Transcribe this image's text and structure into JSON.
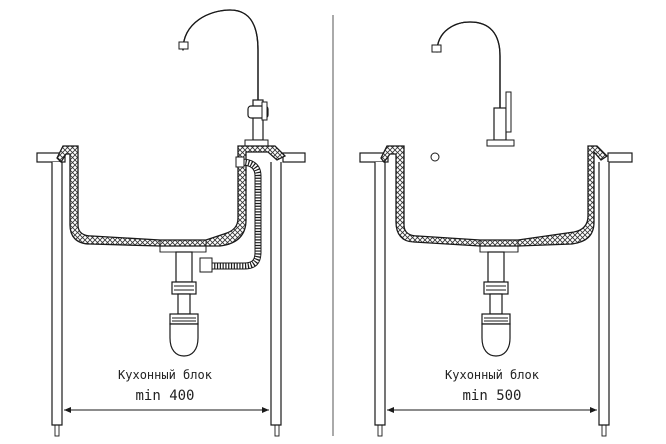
{
  "panels": [
    {
      "cabinet_label": "Кухонный блок",
      "min_label": "min 400"
    },
    {
      "cabinet_label": "Кухонный блок",
      "min_label": "min 500"
    }
  ]
}
